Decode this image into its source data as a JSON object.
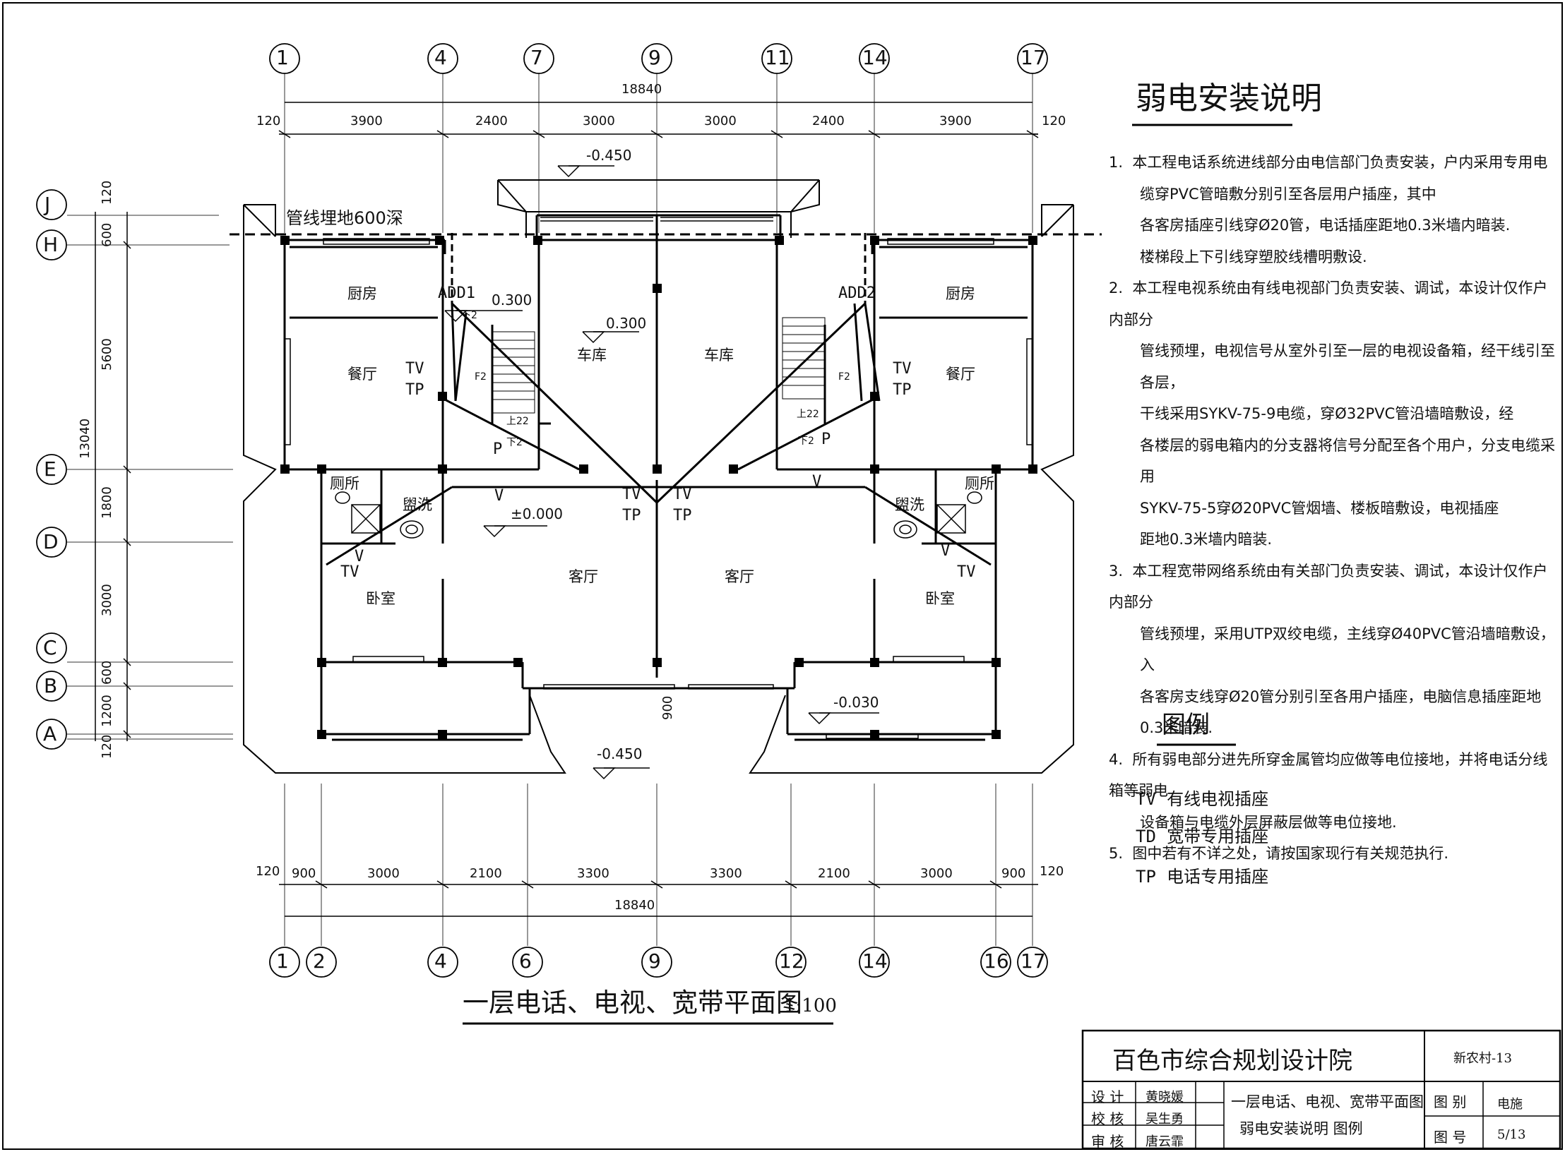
{
  "drawing": {
    "title": "一层电话、电视、宽带平面图",
    "scale": "1:100",
    "cable_note": "管线埋地600深"
  },
  "axes": {
    "top": [
      "1",
      "4",
      "7",
      "9",
      "11",
      "14",
      "17"
    ],
    "bottom": [
      "1",
      "2",
      "4",
      "6",
      "9",
      "12",
      "14",
      "16",
      "17"
    ],
    "left": [
      "J",
      "H",
      "E",
      "D",
      "C",
      "B",
      "A"
    ]
  },
  "dimensions": {
    "top_total": "18840",
    "top": [
      "120",
      "3900",
      "2400",
      "3000",
      "3000",
      "2400",
      "3900",
      "120"
    ],
    "bottom_total": "18840",
    "bottom": [
      "120",
      "900",
      "3000",
      "2100",
      "3300",
      "3300",
      "2100",
      "3000",
      "900",
      "120"
    ],
    "left_total": "13040",
    "left": [
      "120",
      "600",
      "5600",
      "1800",
      "3000",
      "600",
      "1200",
      "120"
    ],
    "porch": "900"
  },
  "levels": {
    "top": "-0.450",
    "kitchen": "0.300",
    "garage": "0.300",
    "living": "±0.000",
    "porch_right": "-0.030",
    "porch_left": "-0.450"
  },
  "rooms": {
    "kitchen": "厨房",
    "dining": "餐厅",
    "garage": "车库",
    "toilet": "厕所",
    "wash": "盥洗",
    "living": "客厅",
    "bedroom": "卧室"
  },
  "equipment": {
    "add1": "ADD1",
    "add2": "ADD2",
    "tv": "TV",
    "tp": "TP",
    "p": "P",
    "v": "V",
    "down2": "下2",
    "up22": "上22",
    "f2": "F2"
  },
  "notes": {
    "heading": "弱电安装说明",
    "items": [
      {
        "num": "1.",
        "lines": [
          "本工程电话系统进线部分由电信部门负责安装，户内采用专用电",
          "缆穿PVC管暗敷分别引至各层用户插座，其中",
          "各客房插座引线穿Ø20管，电话插座距地0.3米墙内暗装.",
          "楼梯段上下引线穿塑胶线槽明敷设."
        ]
      },
      {
        "num": "2.",
        "lines": [
          "本工程电视系统由有线电视部门负责安装、调试，本设计仅作户内部分",
          "管线预埋，电视信号从室外引至一层的电视设备箱，经干线引至各层，",
          "干线采用SYKV-75-9电缆，穿Ø32PVC管沿墙暗敷设，经",
          "各楼层的弱电箱内的分支器将信号分配至各个用户，分支电缆采用",
          "SYKV-75-5穿Ø20PVC管烟墙、楼板暗敷设，电视插座",
          "距地0.3米墙内暗装."
        ]
      },
      {
        "num": "3.",
        "lines": [
          "本工程宽带网络系统由有关部门负责安装、调试，本设计仅作户内部分",
          "管线预埋，采用UTP双绞电缆，主线穿Ø40PVC管沿墙暗敷设，入",
          "各客房支线穿Ø20管分别引至各用户插座，电脑信息插座距地0.3米暗装."
        ]
      },
      {
        "num": "4.",
        "lines": [
          "所有弱电部分进先所穿金属管均应做等电位接地，并将电话分线箱等弱电",
          "设备箱与电缆外层屏蔽层做等电位接地."
        ]
      },
      {
        "num": "5.",
        "lines": [
          "图中若有不详之处，请按国家现行有关规范执行."
        ]
      }
    ]
  },
  "legend": {
    "heading": "图例",
    "items": [
      {
        "sym": "TV",
        "label": "有线电视插座"
      },
      {
        "sym": "TD",
        "label": "宽带专用插座"
      },
      {
        "sym": "TP",
        "label": "电话专用插座"
      }
    ]
  },
  "title_block": {
    "institute": "百色市综合规划设计院",
    "project": "新农村-13",
    "design_label": "设  计",
    "designer": "黄晓媛",
    "check_label": "校  核",
    "checker": "吴生勇",
    "review_label": "审  核",
    "reviewer": "唐云霏",
    "sheet_title_1": "一层电话、电视、宽带平面图",
    "sheet_title_2": "弱电安装说明   图例",
    "category_label": "图  别",
    "category": "电施",
    "number_label": "图  号",
    "number": "5/13"
  }
}
